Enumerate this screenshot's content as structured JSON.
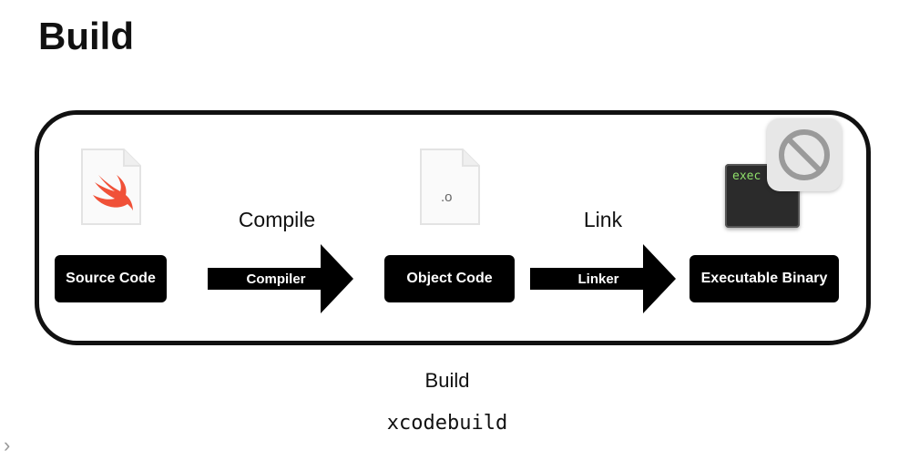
{
  "slide": {
    "title": "Build"
  },
  "stages": {
    "source": "Source Code",
    "object": "Object Code",
    "binary": "Executable Binary"
  },
  "steps": {
    "compile": {
      "caption": "Compile",
      "tool": "Compiler"
    },
    "link": {
      "caption": "Link",
      "tool": "Linker"
    }
  },
  "icons": {
    "object_file_ext": ".o",
    "terminal_text": "exec",
    "source_icon": "swift-icon",
    "prohibited_icon": "prohibited-icon"
  },
  "footer": {
    "label": "Build",
    "command": "xcodebuild"
  },
  "colors": {
    "box": "#000000",
    "swift": "#f05138",
    "frame": "#111111"
  }
}
